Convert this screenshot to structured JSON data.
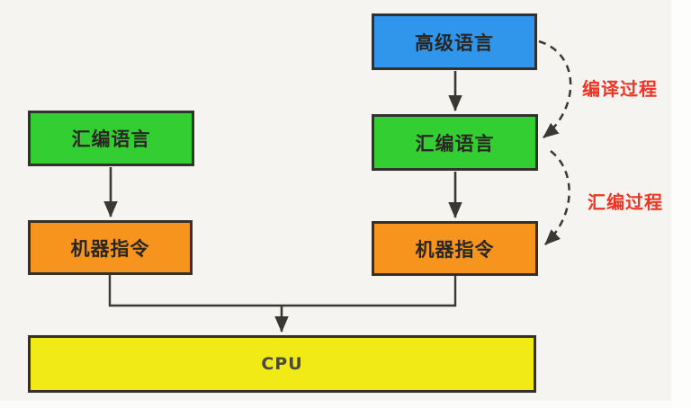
{
  "diagram": {
    "left_column": {
      "assembly": {
        "label": "汇编语言",
        "color": "#32ce32"
      },
      "machine": {
        "label": "机器指令",
        "color": "#f7941e"
      }
    },
    "right_column": {
      "high_level": {
        "label": "高级语言",
        "color": "#2f96ec"
      },
      "assembly": {
        "label": "汇编语言",
        "color": "#32ce32"
      },
      "machine": {
        "label": "机器指令",
        "color": "#f7941e"
      }
    },
    "cpu": {
      "label": "CPU",
      "color": "#f2ea16"
    },
    "annotations": {
      "compile": {
        "label": "编译过程",
        "color": "#ee3422"
      },
      "assemble": {
        "label": "汇编过程",
        "color": "#ee3422"
      }
    }
  }
}
